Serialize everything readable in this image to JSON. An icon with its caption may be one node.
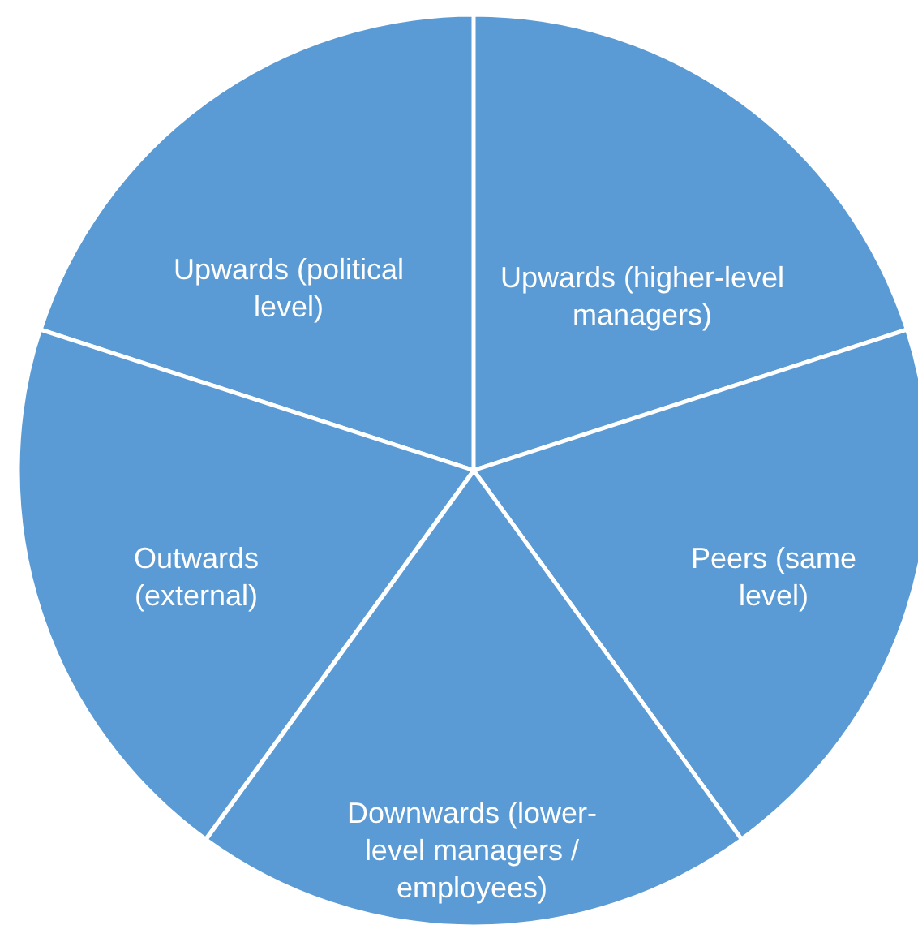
{
  "diagram": {
    "nodes": [
      {
        "text": [
          "Upwards (political level)"
        ]
      },
      {
        "text": [
          "Upwards (higher-level managers)"
        ]
      },
      {
        "text": [
          "Outwards (external)"
        ]
      },
      {
        "text": [
          "Peers (same level)"
        ]
      },
      {
        "text": [
          "Downwards (lower-level managers / employees)"
        ]
      }
    ]
  }
}
